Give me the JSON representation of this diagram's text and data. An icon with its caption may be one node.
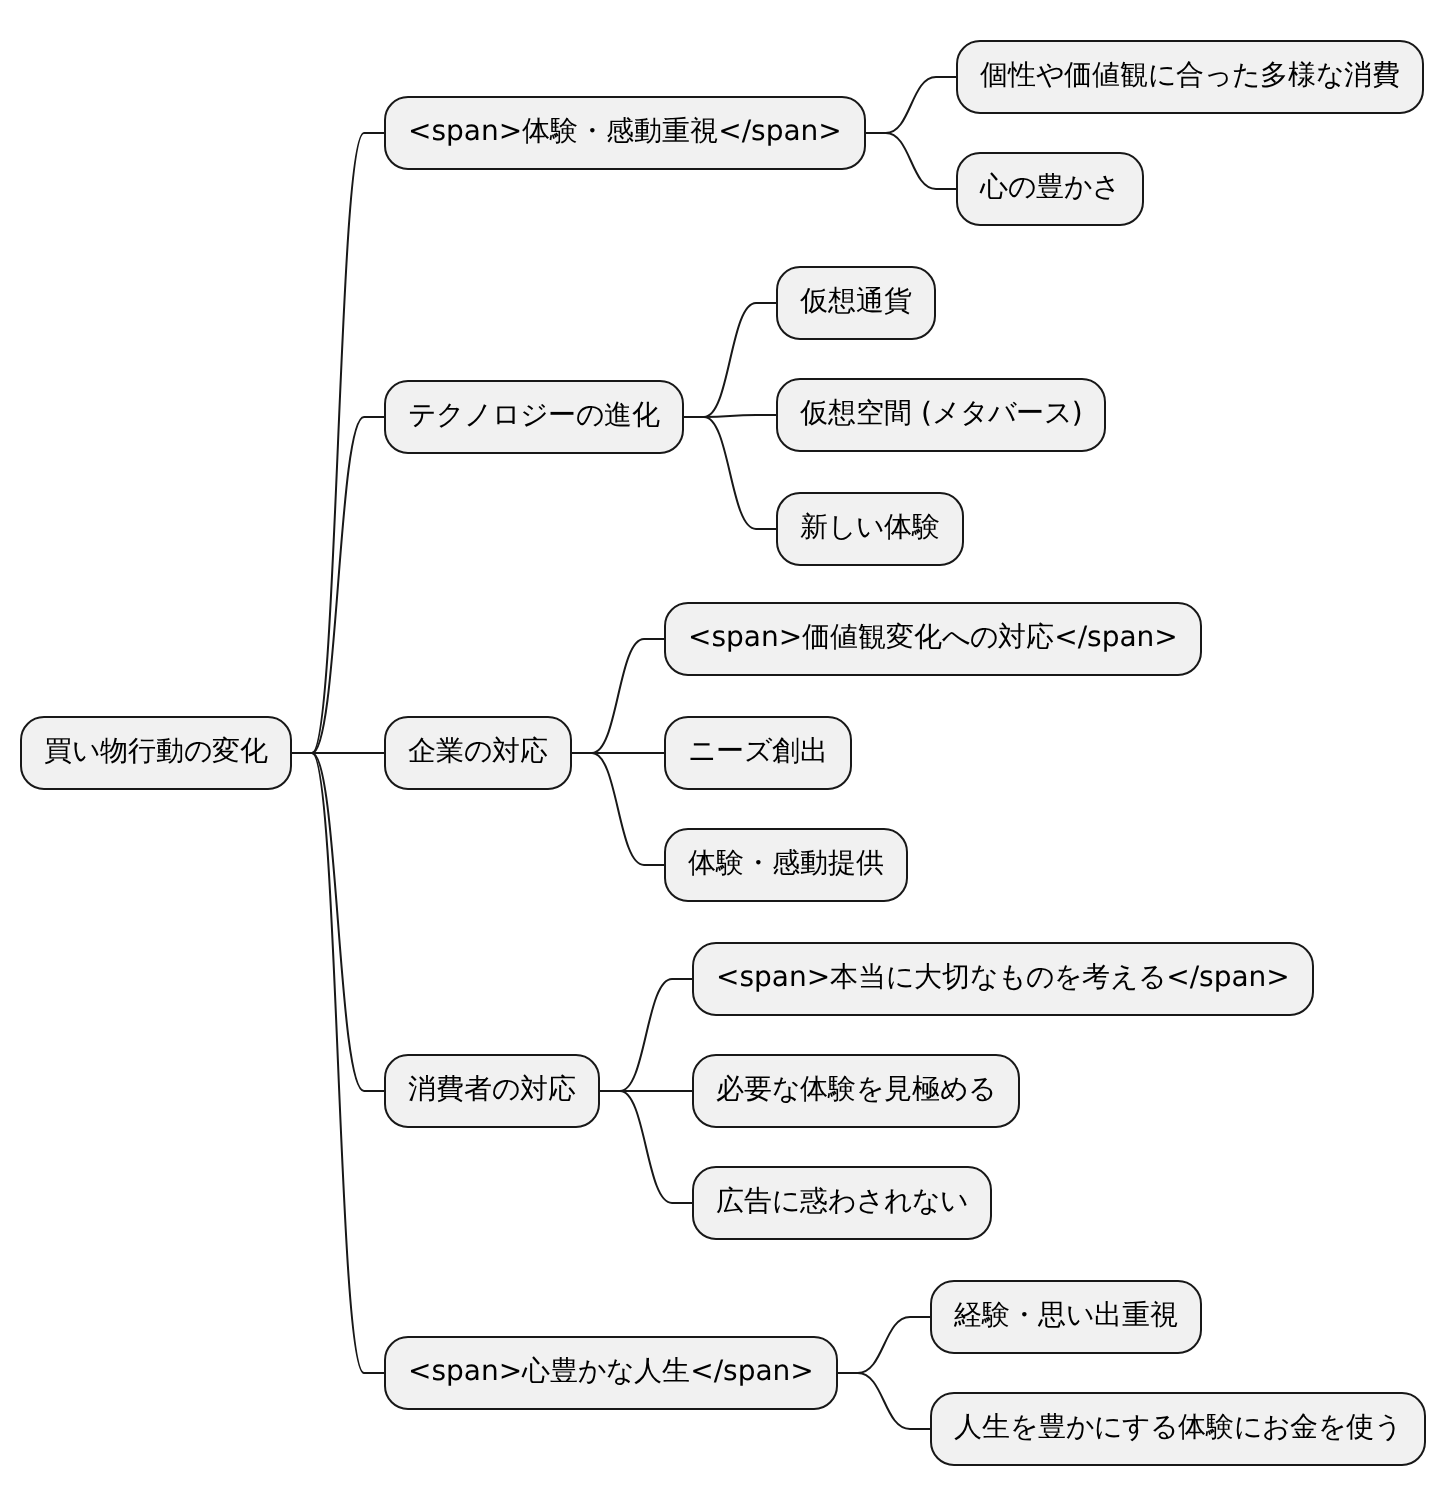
{
  "diagram": {
    "nodes": [
      {
        "text": [
          "買い物行動の変化"
        ]
      },
      {
        "text": [
          "<span>体験・感動重視</span>"
        ]
      },
      {
        "text": [
          "個性や価値観に合った多様な消費"
        ]
      },
      {
        "text": [
          "心の豊かさ"
        ]
      },
      {
        "text": [
          "テクノロジーの進化"
        ]
      },
      {
        "text": [
          "仮想通貨"
        ]
      },
      {
        "text": [
          "仮想空間 (メタバース)"
        ]
      },
      {
        "text": [
          "新しい体験"
        ]
      },
      {
        "text": [
          "企業の対応"
        ]
      },
      {
        "text": [
          "<span>価値観変化への対応</span>"
        ]
      },
      {
        "text": [
          "ニーズ創出"
        ]
      },
      {
        "text": [
          "体験・感動提供"
        ]
      },
      {
        "text": [
          "消費者の対応"
        ]
      },
      {
        "text": [
          "<span>本当に大切なものを考える</span>"
        ]
      },
      {
        "text": [
          "必要な体験を見極める"
        ]
      },
      {
        "text": [
          "広告に惑わされない"
        ]
      },
      {
        "text": [
          "<span>心豊かな人生</span>"
        ]
      },
      {
        "text": [
          "経験・思い出重視"
        ]
      },
      {
        "text": [
          "人生を豊かにする体験にお金を使う"
        ]
      }
    ],
    "edges": [
      {
        "from": 0,
        "to": 1,
        "arrow": "none"
      },
      {
        "from": 1,
        "to": 2,
        "arrow": "none"
      },
      {
        "from": 1,
        "to": 3,
        "arrow": "none"
      },
      {
        "from": 0,
        "to": 4,
        "arrow": "none"
      },
      {
        "from": 4,
        "to": 5,
        "arrow": "none"
      },
      {
        "from": 4,
        "to": 6,
        "arrow": "none"
      },
      {
        "from": 4,
        "to": 7,
        "arrow": "none"
      },
      {
        "from": 0,
        "to": 8,
        "arrow": "none"
      },
      {
        "from": 8,
        "to": 9,
        "arrow": "none"
      },
      {
        "from": 8,
        "to": 10,
        "arrow": "none"
      },
      {
        "from": 8,
        "to": 11,
        "arrow": "none"
      },
      {
        "from": 0,
        "to": 12,
        "arrow": "none"
      },
      {
        "from": 12,
        "to": 13,
        "arrow": "none"
      },
      {
        "from": 12,
        "to": 14,
        "arrow": "none"
      },
      {
        "from": 12,
        "to": 15,
        "arrow": "none"
      },
      {
        "from": 0,
        "to": 16,
        "arrow": "none"
      },
      {
        "from": 16,
        "to": 17,
        "arrow": "none"
      },
      {
        "from": 16,
        "to": 18,
        "arrow": "none"
      }
    ]
  }
}
